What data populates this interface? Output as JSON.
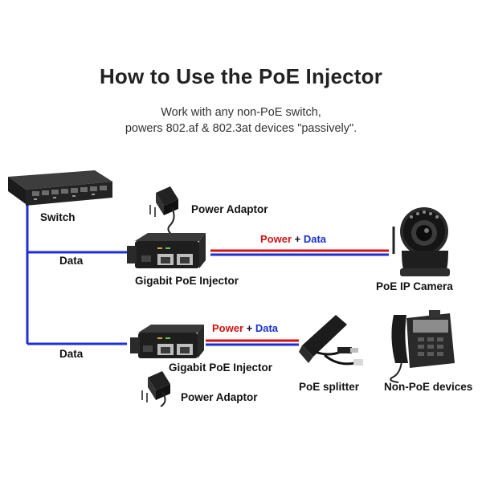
{
  "title": "How to Use the PoE Injector",
  "subtitle_line1": "Work with any non-PoE switch,",
  "subtitle_line2": "powers 802.af & 802.3at devices \"passively\".",
  "colors": {
    "power": "#d41111",
    "data": "#1a2fd0",
    "cable": "#1f2fd6",
    "device": "#1b1b1b"
  },
  "labels": {
    "switch": "Switch",
    "power_adaptor_top": "Power Adaptor",
    "data_top": "Data",
    "injector_top": "Gigabit PoE Injector",
    "camera": "PoE IP Camera",
    "data_bottom": "Data",
    "injector_bottom": "Gigabit PoE Injector",
    "splitter": "PoE splitter",
    "non_poe": "Non-PoE devices",
    "power_adaptor_bottom": "Power Adaptor"
  },
  "link_top": {
    "power": "Power",
    "plus": "+",
    "data": "Data"
  },
  "link_bottom": {
    "power": "Power",
    "plus": "+",
    "data": "Data"
  },
  "icons": [
    "network-switch-icon",
    "power-adaptor-icon",
    "poe-injector-icon",
    "ip-camera-icon",
    "poe-splitter-icon",
    "desk-phone-icon"
  ]
}
